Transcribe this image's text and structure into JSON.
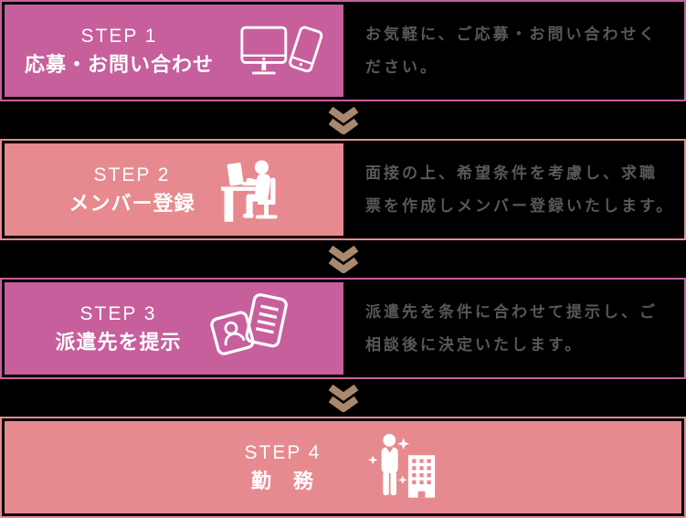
{
  "page": {
    "background": "#000000",
    "description": "Four-step application flow infographic (Japanese staffing service)"
  },
  "colors": {
    "step_pink": "#c75f9c",
    "step_salmon": "#e78a8f",
    "description_text_gray": "#595757",
    "arrow_brown": "#a9886e",
    "step_text_white": "#ffffff"
  },
  "steps": [
    {
      "label": "STEP 1",
      "title": "応募・お問い合わせ",
      "description": "お気軽に、ご応募・お問い合わせく\nださい。",
      "icon": "desktop-and-smartphone-icon",
      "theme": "pink"
    },
    {
      "label": "STEP 2",
      "title": "メンバー登録",
      "description": "面接の上、希望条件を考慮し、求職\n票を作成しメンバー登録いたします。",
      "icon": "person-at-desk-icon",
      "theme": "salmon"
    },
    {
      "label": "STEP 3",
      "title": "派遣先を提示",
      "description": "派遣先を条件に合わせて提示し、ご\n相談後に決定いたします。",
      "icon": "id-card-and-document-icon",
      "theme": "pink"
    },
    {
      "label": "STEP 4",
      "title": "勤　務",
      "description": "",
      "icon": "worker-and-building-icon",
      "theme": "salmon"
    }
  ],
  "separator": {
    "glyph": "double-chevron-down",
    "count": 3
  }
}
